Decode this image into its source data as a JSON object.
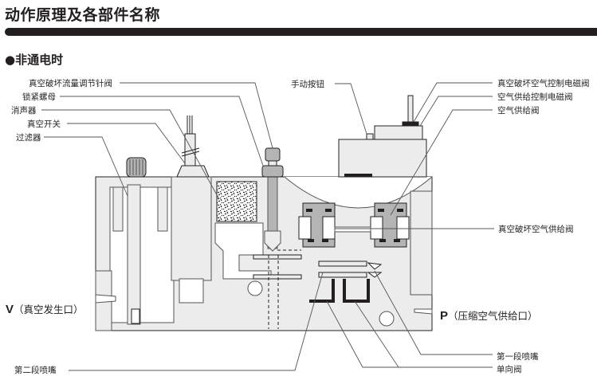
{
  "header": {
    "title": "动作原理及各部件名称",
    "subtitle": "●非通电时"
  },
  "labels_left": [
    "真空破坏流量调节针阀",
    "锁紧螺母",
    "消声器",
    "真空开关",
    "过滤器"
  ],
  "labels_top": {
    "manual_button": "手动按钮",
    "vacuum_break_solenoid": "真空破坏空气控制电磁阀",
    "air_supply_solenoid": "空气供给控制电磁阀",
    "air_supply_valve": "空气供给阀"
  },
  "labels_right": {
    "vacuum_break_supply_valve": "真空破坏空气供给阀"
  },
  "ports": {
    "v_letter": "V",
    "v_text": "（真空发生口）",
    "p_letter": "P",
    "p_text": "（压缩空气供给口）"
  },
  "labels_bottom": {
    "second_nozzle": "第二段喷嘴",
    "first_nozzle": "第一段喷嘴",
    "check_valve": "单向阀"
  },
  "colors": {
    "ink": "#231f20",
    "body_fill": "#ececec",
    "dark_fill": "#b4b4b4",
    "line": "#555555"
  }
}
